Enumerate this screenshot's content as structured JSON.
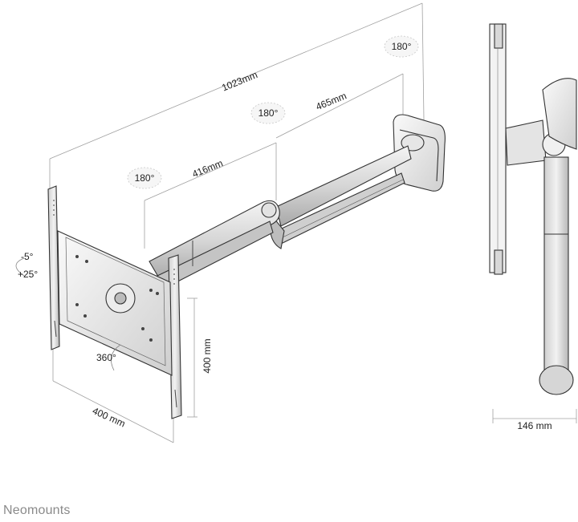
{
  "dimensions": {
    "total_reach": "1023mm",
    "arm_inner": "416mm",
    "arm_outer": "465mm",
    "plate_height": "400 mm",
    "plate_width": "400 mm",
    "depth": "146 mm"
  },
  "angles": {
    "pivot_wall": "180°",
    "pivot_middle": "180°",
    "pivot_plate": "180°",
    "tilt_down": "-5°",
    "tilt_up": "+25°",
    "rotation": "360°"
  },
  "brand": "Neomounts",
  "colors": {
    "line": "#333333",
    "dim_line": "#999999",
    "brand": "#8a8a8a"
  }
}
